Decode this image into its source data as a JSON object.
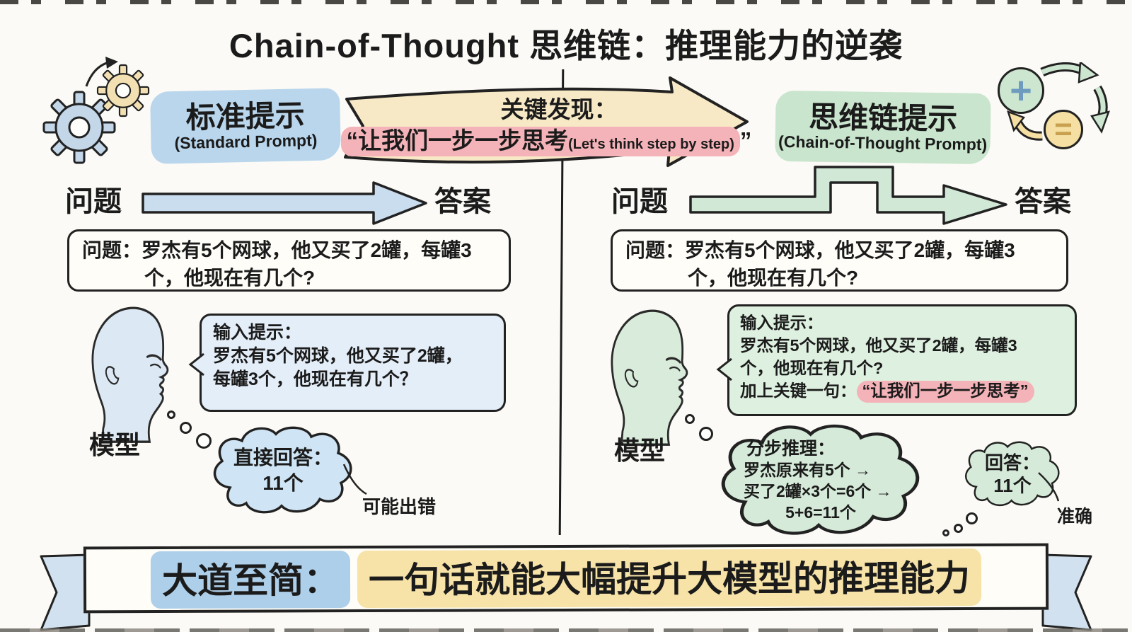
{
  "page": {
    "title": "Chain-of-Thought 思维链：推理能力的逆袭"
  },
  "colors": {
    "blue_highlight": "#b9d6ec",
    "green_highlight": "#c9e5cd",
    "yellow_banner": "#f8e9c6",
    "pink_highlight": "#f4b3b8",
    "blue_fill": "#cfe4f4",
    "green_fill": "#d5ead8",
    "yellow_badge": "#f5dfa2",
    "ink": "#1b1b1b"
  },
  "standard_side": {
    "header_title": "标准提示",
    "header_subtitle": "(Standard Prompt)",
    "flow_start": "问题",
    "flow_end": "答案",
    "question_label": "问题：",
    "question_text": "罗杰有5个网球，他又买了2罐，每罐3个，他现在有几个?",
    "model_label": "模型",
    "prompt_label": "输入提示：",
    "prompt_line1": "罗杰有5个网球，他又买了2罐，",
    "prompt_line2": "每罐3个，他现在有几个？",
    "cloud_label": "直接回答：",
    "cloud_value": "11个",
    "note": "可能出错"
  },
  "key_finding": {
    "label": "关键发现：",
    "quote_open": "“",
    "quote_cn": "让我们一步一步思考",
    "quote_en": "(Let's think step by step)",
    "quote_close": "”"
  },
  "cot_side": {
    "header_title": "思维链提示",
    "header_subtitle": "(Chain-of-Thought Prompt)",
    "flow_start": "问题",
    "flow_end": "答案",
    "question_label": "问题：",
    "question_text": "罗杰有5个网球，他又买了2罐，每罐3个，他现在有几个?",
    "model_label": "模型",
    "prompt_label": "输入提示：",
    "prompt_line1": "罗杰有5个网球，他又买了2罐，每罐3",
    "prompt_line2": "个，他现在有几个?",
    "prompt_line3_prefix": "加上关键一句：",
    "prompt_line3_quote": "“让我们一步一步思考”",
    "cloud_label": "分步推理：",
    "cloud_step1": "罗杰原来有5个 →",
    "cloud_step2": "买了2罐×3个=6个 →",
    "cloud_step3": "5+6=11个",
    "answer_label": "回答：",
    "answer_value": "11个",
    "note": "准确"
  },
  "conclusion": {
    "lead": "大道至简：",
    "statement": "一句话就能大幅提升大模型的推理能力"
  },
  "icons": {
    "plus": "+",
    "equals": "="
  }
}
